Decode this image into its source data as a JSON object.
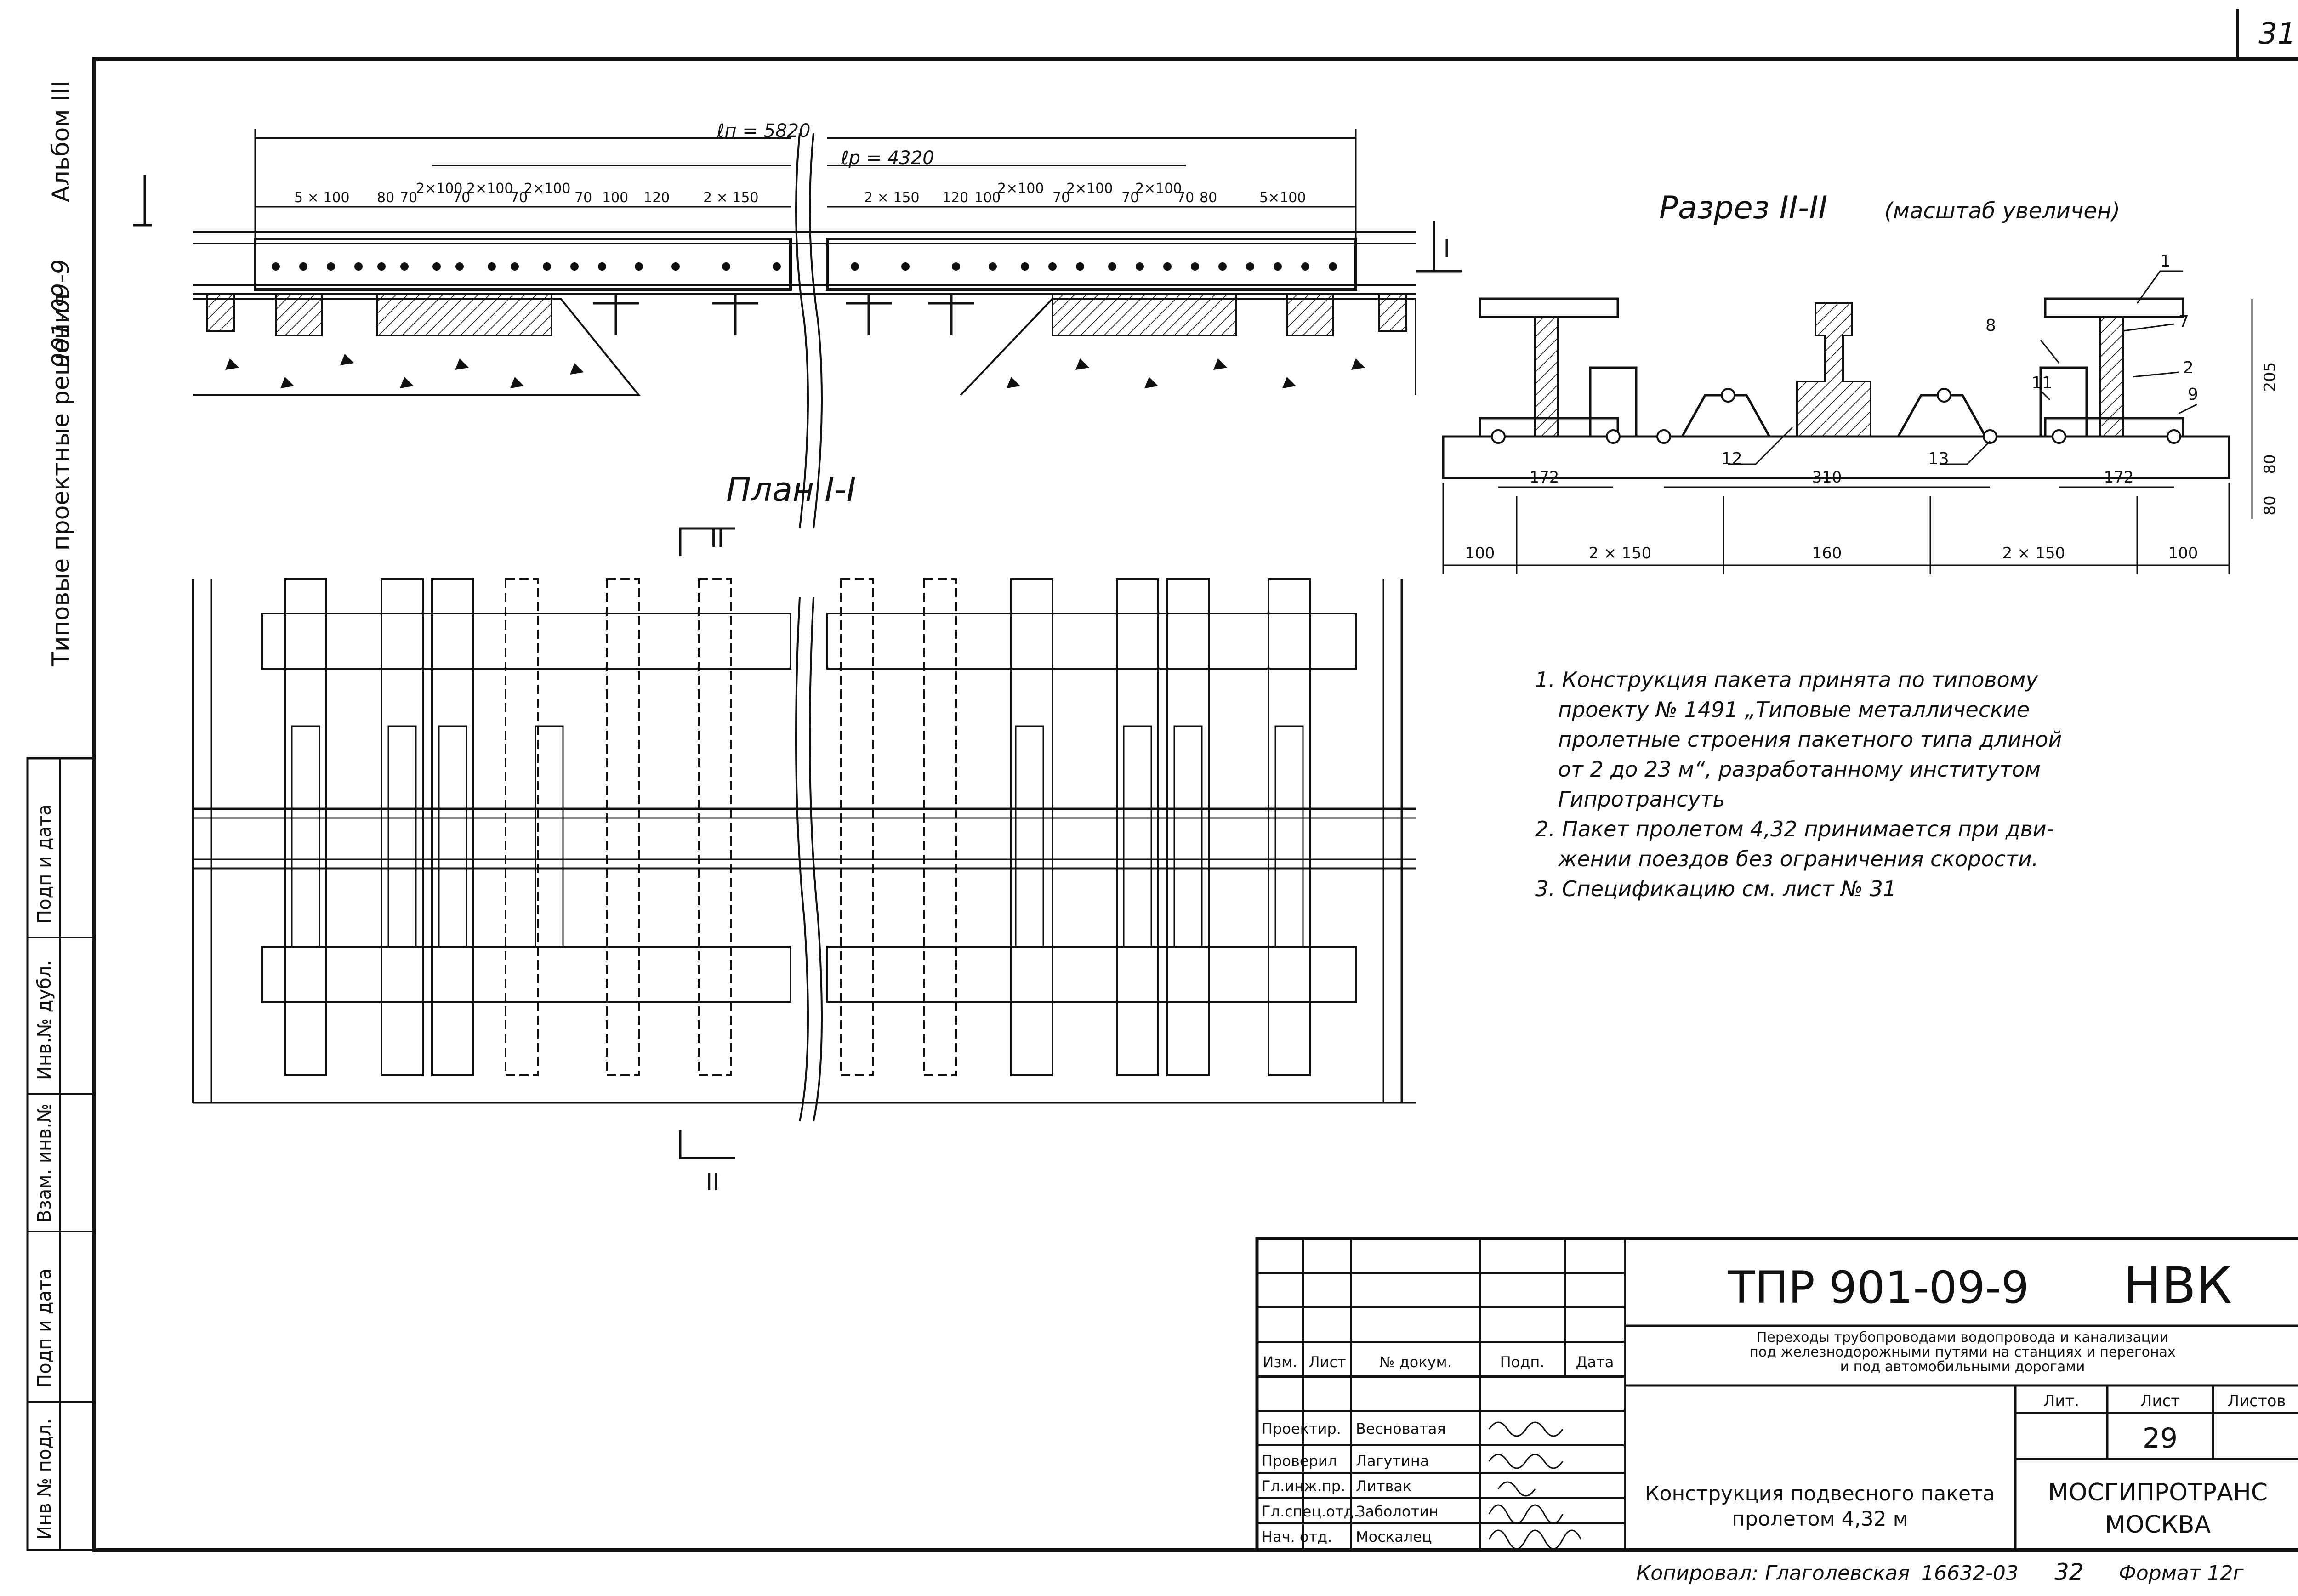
{
  "sheet": {
    "page_number": "31",
    "margin_title": "Типовые проектные решения",
    "margin_code": "901-09-9",
    "margin_album": "Альбом III"
  },
  "left_stamp": [
    "Подп и дата",
    "Инв.№ дубл.",
    "Взам. инв.№",
    "Подп и дата",
    "Инв № подл."
  ],
  "elevation": {
    "lp": "ℓп = 5820",
    "lr": "ℓр = 4320",
    "left_dims": [
      "5 × 100",
      "80",
      "70",
      "2×100",
      "70",
      "2×100",
      "70",
      "2×100",
      "70",
      "100",
      "120",
      "2 × 150"
    ],
    "right_dims": [
      "2 × 150",
      "120",
      "100",
      "2×100",
      "70",
      "2×100",
      "70",
      "2×100",
      "70",
      "80",
      "5×100"
    ],
    "mark": "I"
  },
  "plan": {
    "title": "План I-I",
    "section_mark_top": "II",
    "section_mark_bottom": "II"
  },
  "section": {
    "title": "Разрез II-II",
    "subtitle": "(масштаб увеличен)",
    "callouts": [
      "1",
      "7",
      "2",
      "9",
      "8",
      "11",
      "12",
      "13"
    ],
    "dims_top": [
      "172",
      "310",
      "172"
    ],
    "dims_bottom": [
      "100",
      "2 × 150",
      "160",
      "2 × 150",
      "100"
    ],
    "dims_right": [
      "205",
      "80",
      "80"
    ]
  },
  "notes": [
    "1. Конструкция пакета принята по типовому",
    "проекту № 1491 „Типовые металлические",
    "пролетные строения пакетного типа длиной",
    "от 2 до 23 м“, разработанному институтом",
    "Гипротрансуть",
    "2. Пакет пролетом 4,32 принимается при дви-",
    "жении поездов без ограничения скорости.",
    "3. Спецификацию см. лист № 31"
  ],
  "title_block": {
    "doc_code": "ТПР 901-09-9",
    "section": "НВК",
    "project_title_lines": [
      "Переходы трубопроводами водопровода и канализации",
      "под железнодорожными путями на станциях и перегонах",
      "и под автомобильными дорогами"
    ],
    "headers": [
      "Изм.",
      "Лист",
      "№ докум.",
      "Подп.",
      "Дата"
    ],
    "roles": [
      {
        "role": "Проектир.",
        "name": "Весноватая"
      },
      {
        "role": "Проверил",
        "name": "Лагутина"
      },
      {
        "role": "Гл.инж.пр.",
        "name": "Литвак"
      },
      {
        "role": "Гл.спец.отд.",
        "name": "Заболотин"
      },
      {
        "role": "Нач. отд.",
        "name": "Москалец"
      }
    ],
    "drawing_title_lines": [
      "Конструкция подвесного пакета",
      "пролетом 4,32 м"
    ],
    "lit_label": "Лит.",
    "sheet_label": "Лист",
    "sheets_label": "Листов",
    "sheet_number": "29",
    "org_lines": [
      "МОСГИПРОТРАНС",
      "МОСКВА"
    ]
  },
  "footer": {
    "copied": "Копировал: Глаголевская",
    "order": "16632-03",
    "num": "32",
    "format": "Формат 12г"
  }
}
